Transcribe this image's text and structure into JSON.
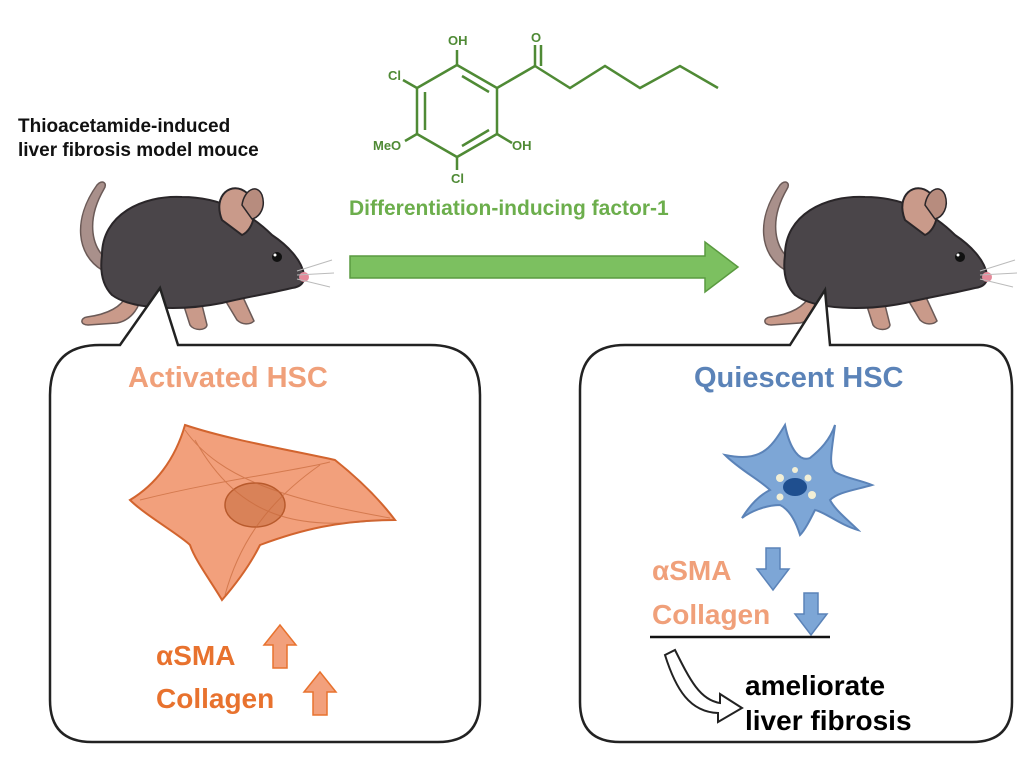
{
  "model": {
    "line1": "Thioacetamide-induced",
    "line2": "liver fibrosis model mouce"
  },
  "compound": {
    "name": "Differentiation-inducing factor-1",
    "atoms": {
      "oh_top": "OH",
      "o_ketone": "O",
      "cl_left": "Cl",
      "meo": "MeO",
      "oh_right": "OH",
      "cl_bottom": "Cl"
    }
  },
  "activated": {
    "title": "Activated HSC",
    "marker1": "αSMA",
    "marker2": "Collagen",
    "trend": "up"
  },
  "quiescent": {
    "title": "Quiescent HSC",
    "marker1": "αSMA",
    "marker2": "Collagen",
    "trend": "down"
  },
  "outcome": {
    "line1": "ameliorate",
    "line2": "liver fibrosis"
  },
  "colors": {
    "green": "#6cae4c",
    "activated": "#e8722e",
    "activated_light": "#f0a07a",
    "quiescent": "#5b83b8",
    "mouse_body": "#4a4549",
    "mouse_pink": "#c99a8a"
  }
}
